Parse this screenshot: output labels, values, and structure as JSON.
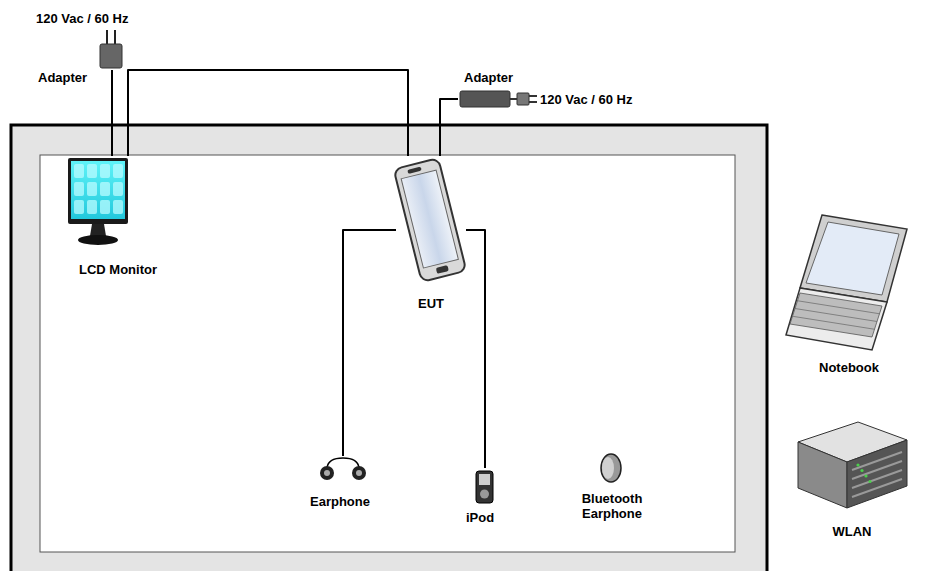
{
  "diagram": {
    "nodes": [
      {
        "text": [
          "LCD Monitor"
        ]
      },
      {
        "text": [
          "EUT"
        ]
      },
      {
        "text": [
          "Earphone"
        ]
      },
      {
        "text": [
          "iPod"
        ]
      },
      {
        "text": [
          "Bluetooth Earphone"
        ]
      },
      {
        "text": [
          "Notebook"
        ]
      },
      {
        "text": [
          "WLAN"
        ]
      },
      {
        "text": [
          "Adapter"
        ]
      },
      {
        "text": [
          "Adapter"
        ]
      }
    ],
    "edges": [
      {
        "from": 0,
        "to": 1,
        "arrow": "none"
      },
      {
        "from": 7,
        "to": 0,
        "arrow": "none"
      },
      {
        "from": 1,
        "to": 8,
        "arrow": "none"
      },
      {
        "from": 1,
        "to": 2,
        "arrow": "none"
      },
      {
        "from": 1,
        "to": 3,
        "arrow": "none"
      }
    ],
    "labels": [
      "120 Vac / 60 Hz",
      "120 Vac / 60 Hz"
    ]
  }
}
